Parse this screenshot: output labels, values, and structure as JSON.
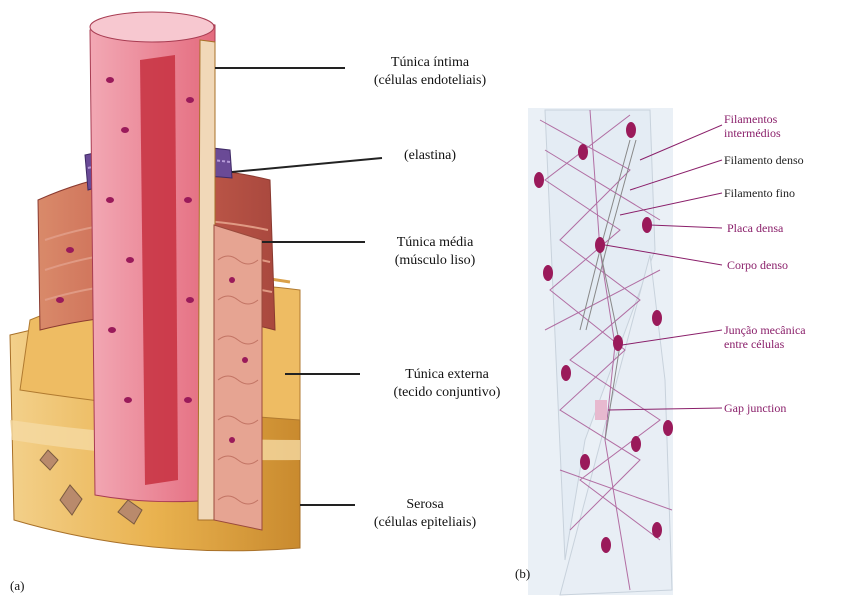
{
  "panel_a": {
    "letter": "(a)",
    "labels": [
      {
        "line1": "Túnica íntima",
        "line2": "(células endoteliais)"
      },
      {
        "line1": "(elastina)",
        "line2": ""
      },
      {
        "line1": "Túnica média",
        "line2": "(músculo liso)"
      },
      {
        "line1": "Túnica externa",
        "line2": "(tecido conjuntivo)"
      },
      {
        "line1": "Serosa",
        "line2": "(células epiteliais)"
      }
    ]
  },
  "panel_b": {
    "letter": "(b)",
    "labels": [
      {
        "line1": "Filamentos",
        "line2": "intermédios"
      },
      {
        "line1": "Filamento denso",
        "line2": ""
      },
      {
        "line1": "Filamento fino",
        "line2": ""
      },
      {
        "line1": "Placa densa",
        "line2": ""
      },
      {
        "line1": "Corpo denso",
        "line2": ""
      },
      {
        "line1": "Junção mecânica",
        "line2": "entre células"
      },
      {
        "line1": "Gap junction",
        "line2": ""
      }
    ]
  },
  "colors": {
    "intima": "#e26a7c",
    "media": "#c9605a",
    "externa": "#e8b24a",
    "elastin": "#6a4a96",
    "nucleus": "#9a1a5a",
    "label_purple": "#8a1f6a"
  }
}
